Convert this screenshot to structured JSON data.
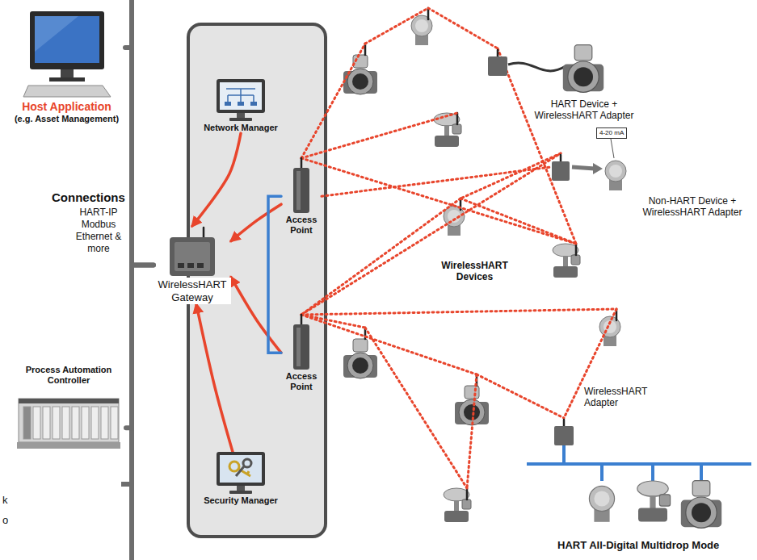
{
  "diagram": {
    "nodes": [
      {
        "text": [
          "Host Application",
          "(e.g. Asset Management)"
        ]
      },
      {
        "text": [
          "WirelessHART Gateway"
        ]
      },
      {
        "text": [
          "Network Manager"
        ]
      },
      {
        "text": [
          "Access Point"
        ]
      },
      {
        "text": [
          "Access Point"
        ]
      },
      {
        "text": [
          "Security Manager"
        ]
      },
      {
        "text": [
          "Process Automation Controller"
        ]
      },
      {
        "text": [
          "HART Device + WirelessHART Adapter"
        ]
      },
      {
        "text": [
          "Non-HART Device + WirelessHART Adapter"
        ]
      },
      {
        "text": [
          "WirelessHART Adapter"
        ]
      }
    ],
    "edges": [
      {
        "from": 2,
        "to": 1,
        "arrow": "to"
      },
      {
        "from": 3,
        "to": 1,
        "arrow": "to"
      },
      {
        "from": 4,
        "to": 1,
        "arrow": "to"
      },
      {
        "from": 5,
        "to": 1,
        "arrow": "to"
      },
      {
        "from": 0,
        "to": 1,
        "arrow": "none"
      },
      {
        "from": 1,
        "to": 6,
        "arrow": "none"
      },
      {
        "from": 3,
        "to": 4,
        "arrow": "none"
      },
      {
        "from": 3,
        "to": 8,
        "arrow": "none"
      }
    ],
    "labels": [
      "Connections",
      "HART-IP Modbus Ethernet & more",
      "4-20 mA",
      "WirelessHART Devices",
      "HART All-Digital Multidrop Mode",
      "k",
      "o"
    ]
  }
}
